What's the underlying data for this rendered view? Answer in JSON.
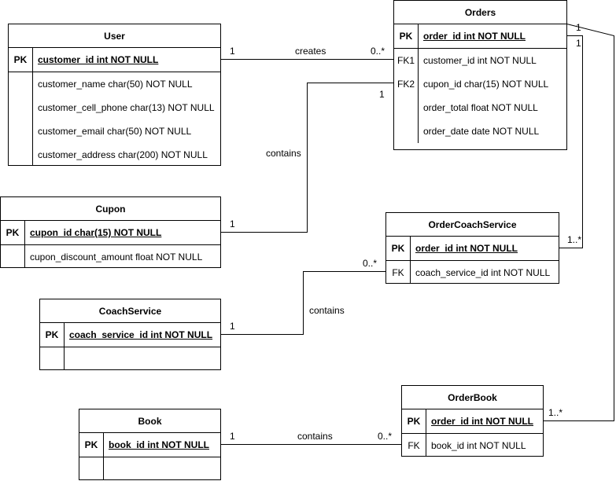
{
  "entities": {
    "user": {
      "title": "User",
      "pk_key": "PK",
      "pk_field": "customer_id int NOT NULL",
      "fields": [
        "customer_name char(50) NOT NULL",
        "customer_cell_phone char(13) NOT NULL",
        "customer_email char(50) NOT NULL",
        "customer_address char(200) NOT NULL"
      ]
    },
    "orders": {
      "title": "Orders",
      "pk_key": "PK",
      "pk_field": "order_id int NOT NULL",
      "fields": [
        {
          "key": "FK1",
          "name": "customer_id int NOT NULL"
        },
        {
          "key": "FK2",
          "name": "cupon_id char(15) NOT NULL"
        },
        {
          "key": "",
          "name": "order_total float NOT NULL"
        },
        {
          "key": "",
          "name": "order_date date NOT NULL"
        }
      ]
    },
    "cupon": {
      "title": "Cupon",
      "pk_key": "PK",
      "pk_field": "cupon_id char(15) NOT NULL",
      "fields": [
        "cupon_discount_amount float NOT NULL"
      ]
    },
    "order_coach_service": {
      "title": "OrderCoachService",
      "pk_key": "PK",
      "pk_field": "order_id int NOT NULL",
      "fields": [
        {
          "key": "FK",
          "name": "coach_service_id int NOT NULL"
        }
      ]
    },
    "coach_service": {
      "title": "CoachService",
      "pk_key": "PK",
      "pk_field": "coach_service_id int NOT NULL"
    },
    "order_book": {
      "title": "OrderBook",
      "pk_key": "PK",
      "pk_field": "order_id int NOT NULL",
      "fields": [
        {
          "key": "FK",
          "name": "book_id int NOT NULL"
        }
      ]
    },
    "book": {
      "title": "Book",
      "pk_key": "PK",
      "pk_field": "book_id int NOT NULL"
    }
  },
  "relationships": {
    "user_orders": {
      "label": "creates",
      "from_card": "1",
      "to_card": "0..*"
    },
    "cupon_orders": {
      "label": "contains",
      "from_card": "1",
      "to_card": "1"
    },
    "coach_ocs": {
      "label": "contains",
      "from_card": "1",
      "to_card": "0..*"
    },
    "book_ob": {
      "label": "contains",
      "from_card": "1",
      "to_card": "0..*"
    },
    "orders_ocs": {
      "from_card": "1",
      "to_card": "1..*"
    },
    "orders_ob": {
      "from_card": "1",
      "to_card": "1..*"
    }
  }
}
